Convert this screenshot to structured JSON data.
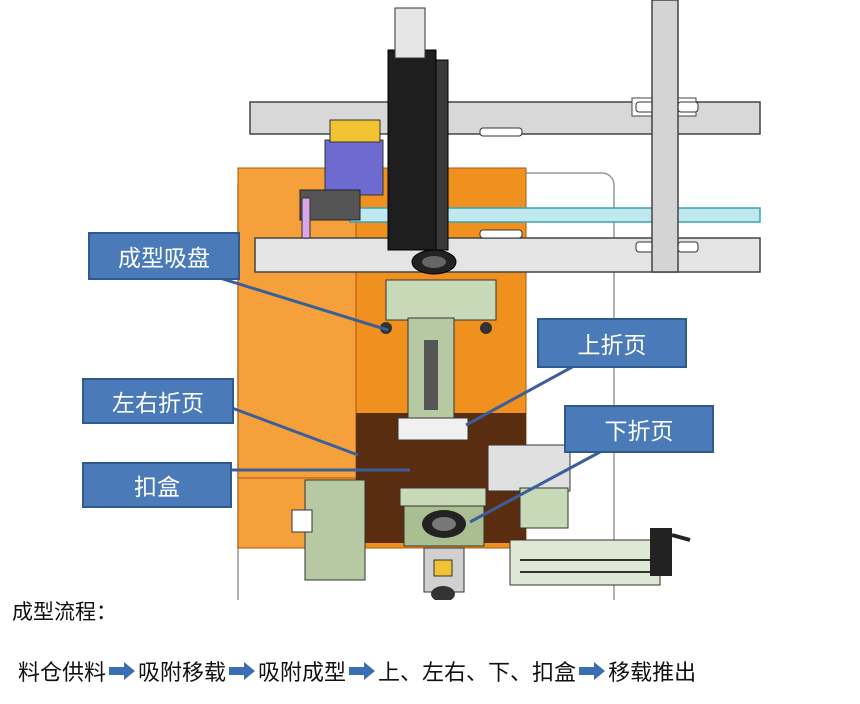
{
  "callouts": {
    "forming_suction_cup": "成型吸盘",
    "upper_fold": "上折页",
    "left_right_fold": "左右折页",
    "lower_fold": "下折页",
    "box_buckle": "扣盒"
  },
  "process": {
    "title": "成型流程：",
    "steps": [
      "料仓供料",
      "吸附移载",
      "吸附成型",
      "上、左右、下、扣盒",
      "移载推出"
    ]
  },
  "colors": {
    "callout_fill": "#4a7ab8",
    "orange_body": "#f0901e",
    "dark_brown": "#5a2c10",
    "frame_gray": "#d8d8d8",
    "arrow_blue": "#3a6fb5"
  }
}
